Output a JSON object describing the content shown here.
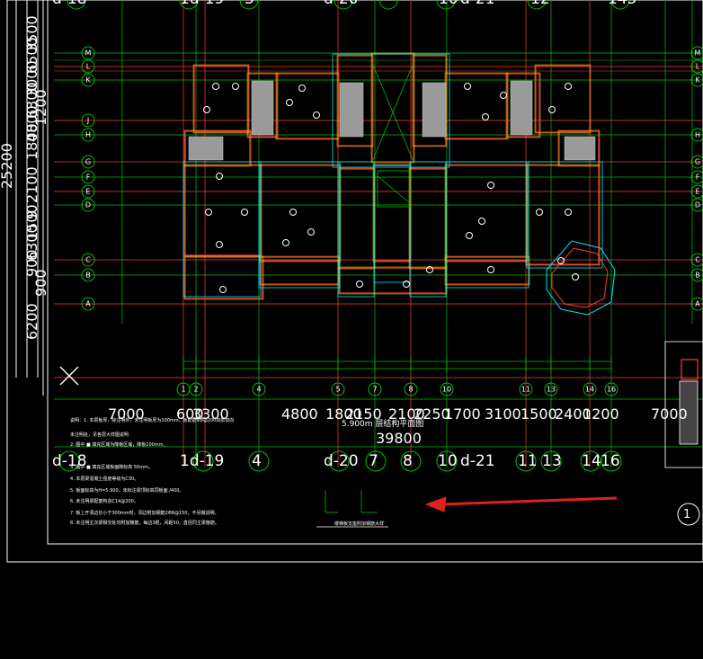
{
  "drawing": {
    "left_vertical_dims": [
      "25200",
      "3500",
      "3000",
      "6500",
      "1200",
      "6300",
      "4800",
      "1800",
      "900",
      "1500",
      "2100",
      "6300",
      "900",
      "9",
      "6200"
    ],
    "bottom_dims": [
      "7000",
      "600",
      "3300",
      "4800",
      "1800",
      "2150",
      "2100",
      "2250",
      "1700",
      "3100",
      "1500",
      "2400",
      "1200",
      "7000"
    ],
    "total_dim": "39800",
    "axis_labels_bottom": [
      "d-18",
      "1d-19",
      "4",
      "d-20",
      "7",
      "8",
      "10",
      "d-21",
      "11",
      "13",
      "14",
      "16"
    ],
    "axis_labels_top": [
      "d-18",
      "1d-19",
      "3",
      "d-20",
      "10",
      "d-21",
      "12",
      "145"
    ],
    "grid_circles_bottom": [
      "1",
      "2",
      "4",
      "5",
      "7",
      "8",
      "10",
      "11",
      "13",
      "14",
      "16"
    ],
    "grid_circles_left": [
      "M",
      "L",
      "K",
      "J",
      "H",
      "G",
      "F",
      "E",
      "D",
      "C",
      "B",
      "A"
    ],
    "grid_circles_right": [
      "M",
      "L",
      "K",
      "H",
      "G",
      "F",
      "E",
      "D",
      "C",
      "B",
      "A"
    ],
    "plan_title": "5.900m 层结构平面图",
    "section_marker": "1",
    "notes": [
      "说明：1. 本层板厚，除注明外，未注明板厚为100mm，板配筋Φ8@200双层双向",
      "   未注明处，见各层大样图说明",
      "2. 图中 ■ 填充区域为降板区域，降板100mm，",
      "3. 图中 ■ 填充区域板面降标高 50mm。",
      "4. 本层梁混凝土强度等级为C30。",
      "5. 板面标高为H=5.900，未标注梁顶标高同板面 /400。",
      "6. 未注明梁配筋构造C14@200。",
      "7. 板上开洞边长小于300mm时，洞边附加钢筋2Φ8@150，不另做说明。",
      "8. 未注明主次梁相交处均附加箍筋，每边3根，间距50，直径同主梁箍筋。"
    ],
    "detail_caption": "楼梯板支座附加钢筋大样",
    "colors": {
      "background": "#000000",
      "wall": "#ff3a3a",
      "grid": "#00c000",
      "structure": "#00e5ff",
      "dim_text": "#ffffff",
      "hatch": "#ffff00",
      "arrow": "#e02020"
    }
  }
}
